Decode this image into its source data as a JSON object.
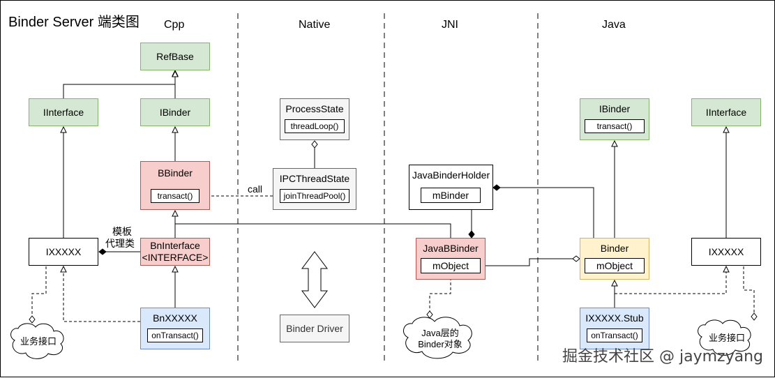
{
  "title": "Binder Server 端类图",
  "columns": {
    "cpp": "Cpp",
    "native": "Native",
    "jni": "JNI",
    "java": "Java"
  },
  "cpp": {
    "refbase": "RefBase",
    "iinterface": "IInterface",
    "ibinder": "IBinder",
    "bbinder": "BBinder",
    "bbinder_method": "transact()",
    "ixxxxx": "IXXXXX",
    "bninterface_line1": "BnInterface",
    "bninterface_line2": "<INTERFACE>",
    "bnxxxxx": "BnXXXXX",
    "bnxxxxx_method": "onTransact()",
    "template_line1": "模板",
    "template_line2": "代理类",
    "cloud": "业务接口"
  },
  "native": {
    "processstate": "ProcessState",
    "processstate_method": "threadLoop()",
    "ipcthreadstate": "IPCThreadState",
    "ipcthreadstate_method": "joinThreadPool()",
    "call_label": "call",
    "binder_driver": "Binder Driver"
  },
  "jni": {
    "holder": "JavaBinderHolder",
    "holder_field": "mBinder",
    "javabbinder": "JavaBBinder",
    "javabbinder_field": "mObject",
    "cloud_line1": "Java层的",
    "cloud_line2": "Binder对象"
  },
  "java": {
    "ibinder": "IBinder",
    "ibinder_method": "transact()",
    "iinterface": "IInterface",
    "binder": "Binder",
    "binder_field": "mObject",
    "ixxxxx": "IXXXXX",
    "stub": "IXXXXX.Stub",
    "stub_method": "onTransact()",
    "cloud": "业务接口"
  },
  "watermark": "掘金技术社区 @ jaymzyang",
  "colors": {
    "green": "#d5e8d4",
    "red": "#f8cecc",
    "blue": "#dae8fc",
    "yellow": "#fff2cc",
    "grey": "#f5f5f5"
  }
}
